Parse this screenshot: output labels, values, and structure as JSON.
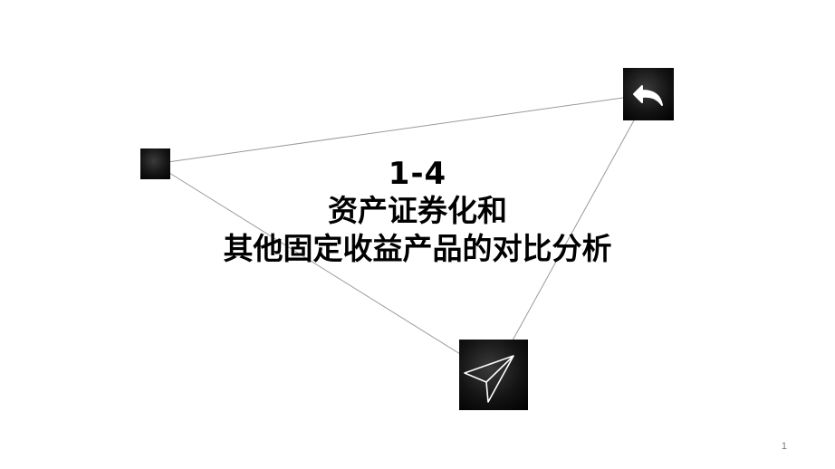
{
  "slide": {
    "title_number": "1-4",
    "title_line1": "资产证券化和",
    "title_line2": "其他固定收益产品的对比分析",
    "page_number": "1"
  },
  "icons": {
    "back": "undo-arrow-icon",
    "send": "paper-plane-icon",
    "node": "dark-square-node"
  },
  "colors": {
    "background": "#ffffff",
    "text": "#000000",
    "connector": "#9a9a9a",
    "node": "#111111",
    "icon_stroke": "#ffffff"
  }
}
